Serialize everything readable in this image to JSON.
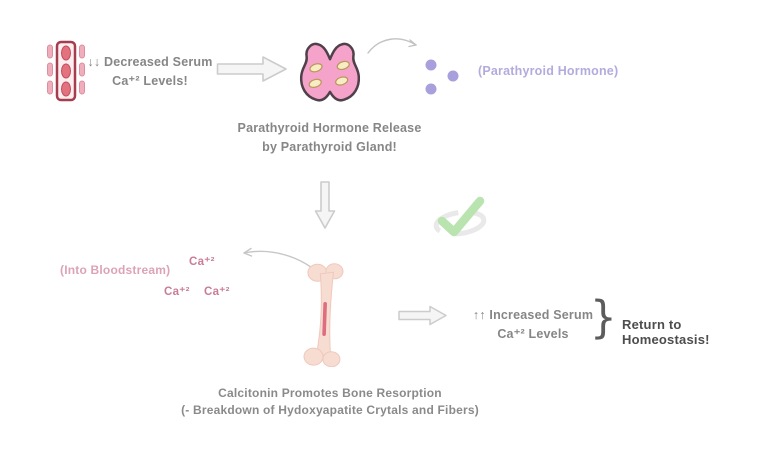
{
  "diagram": {
    "step_decrease": {
      "line1": "↓↓ Decreased Serum",
      "line2": "Ca⁺² Levels!"
    },
    "hormone_label": "(Parathyroid Hormone)",
    "gland_caption": {
      "line1": "Parathyroid Hormone Release",
      "line2": "by Parathyroid Gland!"
    },
    "bloodstream_label": "(Into Bloodstream)",
    "ion_label": "Ca⁺²",
    "step_increase": {
      "line1": "↑↑ Increased Serum",
      "line2": "Ca⁺² Levels"
    },
    "brace": "}",
    "homeostasis_label": "Return to Homeostasis!",
    "bone_caption": {
      "line1": "Calcitonin Promotes Bone Resorption",
      "line2": "(- Breakdown of Hydoxyapatite Crytals and Fibers)"
    }
  },
  "icons": {
    "blood_vessel": "blood-vessel-icon",
    "right_arrow_top": "right-arrow-icon",
    "parathyroid_gland": "parathyroid-gland-icon",
    "curved_arrow_gland_to_hormone": "curved-arrow-icon",
    "hormone_dots": "hormone-dots-icon",
    "down_arrow": "down-arrow-icon",
    "homeostasis_check": "check-recycle-icon",
    "curved_arrow_bone_to_blood": "curved-arrow-icon",
    "bone": "bone-icon",
    "right_arrow_bottom": "right-arrow-icon"
  },
  "colors": {
    "background": "#ffffff",
    "caption_gray": "#868686",
    "dark_text": "#4d4d4d",
    "hormone_purple": "#b2abdd",
    "dot_purple": "#a8a0dc",
    "pink_label": "#dca3b6",
    "ion_pink": "#c87e95",
    "gland_pink": "#f5a3cb",
    "gland_outline": "#50404a",
    "bone_peach": "#f7dcd2",
    "marrow_red": "#de6e7e",
    "check_green": "#b9e4b0",
    "arrow_fill": "#f5f5f5",
    "arrow_stroke": "#cccccc",
    "vessel_red": "#a63d4e"
  }
}
